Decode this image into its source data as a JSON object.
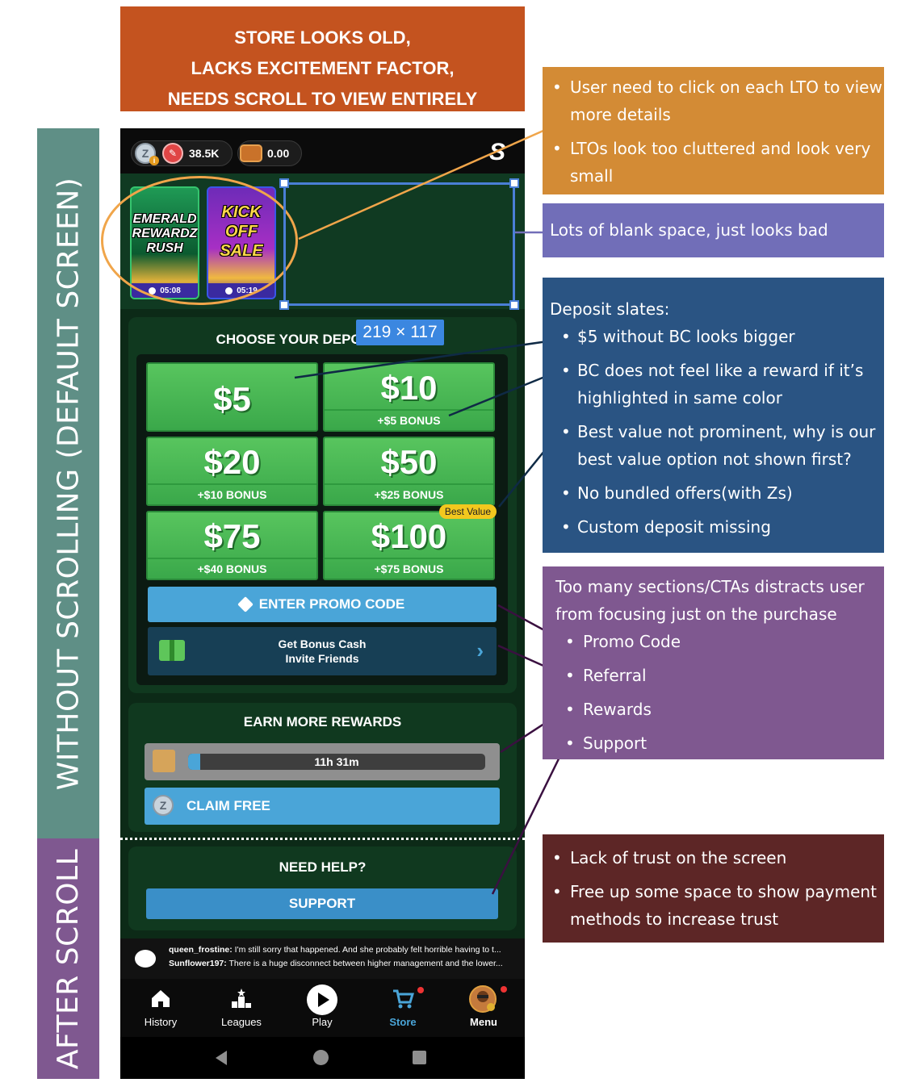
{
  "header_note": {
    "line1": "STORE LOOKS OLD,",
    "line2": "LACKS EXCITEMENT FACTOR,",
    "line3": "NEEDS SCROLL TO VIEW ENTIRELY"
  },
  "side_labels": {
    "top": "WITHOUT SCROLLING (DEFAULT SCREEN)",
    "bottom": "AFTER SCROLL"
  },
  "topbar": {
    "balance": "38.5K",
    "wallet": "0.00"
  },
  "ltos": [
    {
      "title_line1": "EMERALD",
      "title_line2": "REWARDZ",
      "title_line3": "RUSH",
      "timer": "05:08"
    },
    {
      "title_line1": "KICK",
      "title_line2": "OFF",
      "title_line3": "SALE",
      "timer": "05:19"
    }
  ],
  "selection_size": "219 × 117",
  "deposit": {
    "title": "CHOOSE YOUR DEPOS",
    "options": [
      {
        "amount": "$5",
        "bonus": ""
      },
      {
        "amount": "$10",
        "bonus": "+$5 BONUS"
      },
      {
        "amount": "$20",
        "bonus": "+$10 BONUS"
      },
      {
        "amount": "$50",
        "bonus": "+$25 BONUS"
      },
      {
        "amount": "$75",
        "bonus": "+$40 BONUS"
      },
      {
        "amount": "$100",
        "bonus": "+$75 BONUS"
      }
    ],
    "best_value": "Best Value",
    "promo": "ENTER PROMO CODE",
    "invite_line1": "Get Bonus Cash",
    "invite_line2": "Invite Friends"
  },
  "rewards": {
    "title": "EARN MORE REWARDS",
    "timer": "11h 31m",
    "timer_progress": 0.04,
    "claim": "CLAIM FREE"
  },
  "help": {
    "title": "NEED HELP?",
    "support": "SUPPORT"
  },
  "chat": [
    {
      "user": "queen_frostine:",
      "text": " I'm still sorry that happened. And she probably felt horrible having to t..."
    },
    {
      "user": "Sunflower197:",
      "text": " There is a huge disconnect between higher management and the lower..."
    }
  ],
  "nav": {
    "history": "History",
    "leagues": "Leagues",
    "play": "Play",
    "store": "Store",
    "menu": "Menu"
  },
  "notes": {
    "lto": [
      "User need to click on each LTO to view more details",
      "LTOs look too cluttered and look very small"
    ],
    "blank": "Lots of blank space, just looks bad",
    "deposit_heading": "Deposit slates:",
    "deposit": [
      "$5 without BC looks bigger",
      "BC does not feel like a reward if it’s highlighted in same color",
      "Best value not prominent, why is our best value option not shown first?",
      "No bundled offers(with Zs)",
      "Custom deposit missing"
    ],
    "sections_heading": "Too many sections/CTAs distracts user from focusing just on the purchase",
    "sections": [
      "Promo Code",
      "Referral",
      "Rewards",
      "Support"
    ],
    "trust": [
      "Lack of trust on the screen",
      "Free up some space to show payment methods to increase trust"
    ]
  },
  "colors": {
    "header_note": "#c4531f",
    "note_lto": "#d38b35",
    "note_blank": "#716eb8",
    "note_deposit": "#2a5483",
    "note_sections": "#7f5890",
    "note_trust": "#5d2626",
    "deposit_green": "#3aa84a",
    "promo_blue": "#4aa5d8"
  }
}
